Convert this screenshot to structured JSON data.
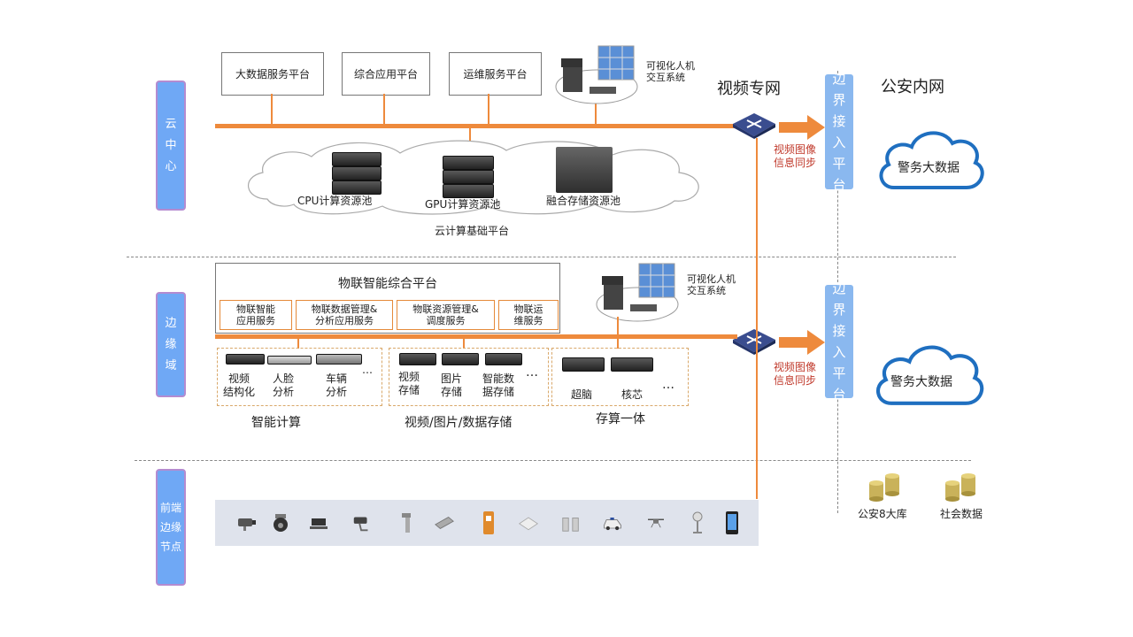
{
  "tiers": {
    "cloud": [
      "云",
      "中",
      "心"
    ],
    "edge": [
      "边",
      "缘",
      "域"
    ],
    "front": [
      "前端",
      "边缘",
      "节点"
    ]
  },
  "cloud": {
    "platforms": [
      "大数据服务平台",
      "综合应用平台",
      "运维服务平台"
    ],
    "hci_label": "可视化人机\n交互系统",
    "pools": [
      "CPU计算资源池",
      "GPU计算资源池",
      "融合存储资源池"
    ],
    "base_label": "云计算基础平台"
  },
  "network": {
    "video_net": "视频专网",
    "police_net": "公安内网",
    "boundary": [
      "边",
      "界",
      "接",
      "入",
      "平",
      "台"
    ],
    "sync_label": "视频图像\n信息同步",
    "big_data": "警务大数据"
  },
  "edge": {
    "platform_title": "物联智能综合平台",
    "services": [
      "物联智能\n应用服务",
      "物联数据管理&\n分析应用服务",
      "物联资源管理&\n调度服务",
      "物联运\n维服务"
    ],
    "hci_label": "可视化人机\n交互系统",
    "compute": {
      "items": [
        "视频\n结构化",
        "人脸\n分析",
        "车辆\n分析"
      ],
      "more": "…",
      "title": "智能计算"
    },
    "storage": {
      "items": [
        "视频\n存储",
        "图片\n存储",
        "智能数\n据存储"
      ],
      "more": "…",
      "title": "视频/图片/数据存储"
    },
    "integrated": {
      "items": [
        "超脑",
        "核芯"
      ],
      "more": "…",
      "title": "存算一体"
    }
  },
  "databases": [
    "公安8大库",
    "社会数据"
  ],
  "colors": {
    "bus": "#ee8a3c",
    "tier_fill": "#6fa8f5",
    "tier_border": "#b48bd0",
    "boundary": "#8ab8ef",
    "cloud_stroke": "#1f6fc0",
    "sync_text": "#c0392b"
  },
  "devices": [
    "bullet-camera",
    "dome-camera",
    "box-camera",
    "bullet-camera-2",
    "barrier-gate",
    "sensor-panel",
    "id-reader",
    "face-terminal",
    "turnstile",
    "police-car",
    "drone",
    "pole-camera",
    "smartphone"
  ]
}
